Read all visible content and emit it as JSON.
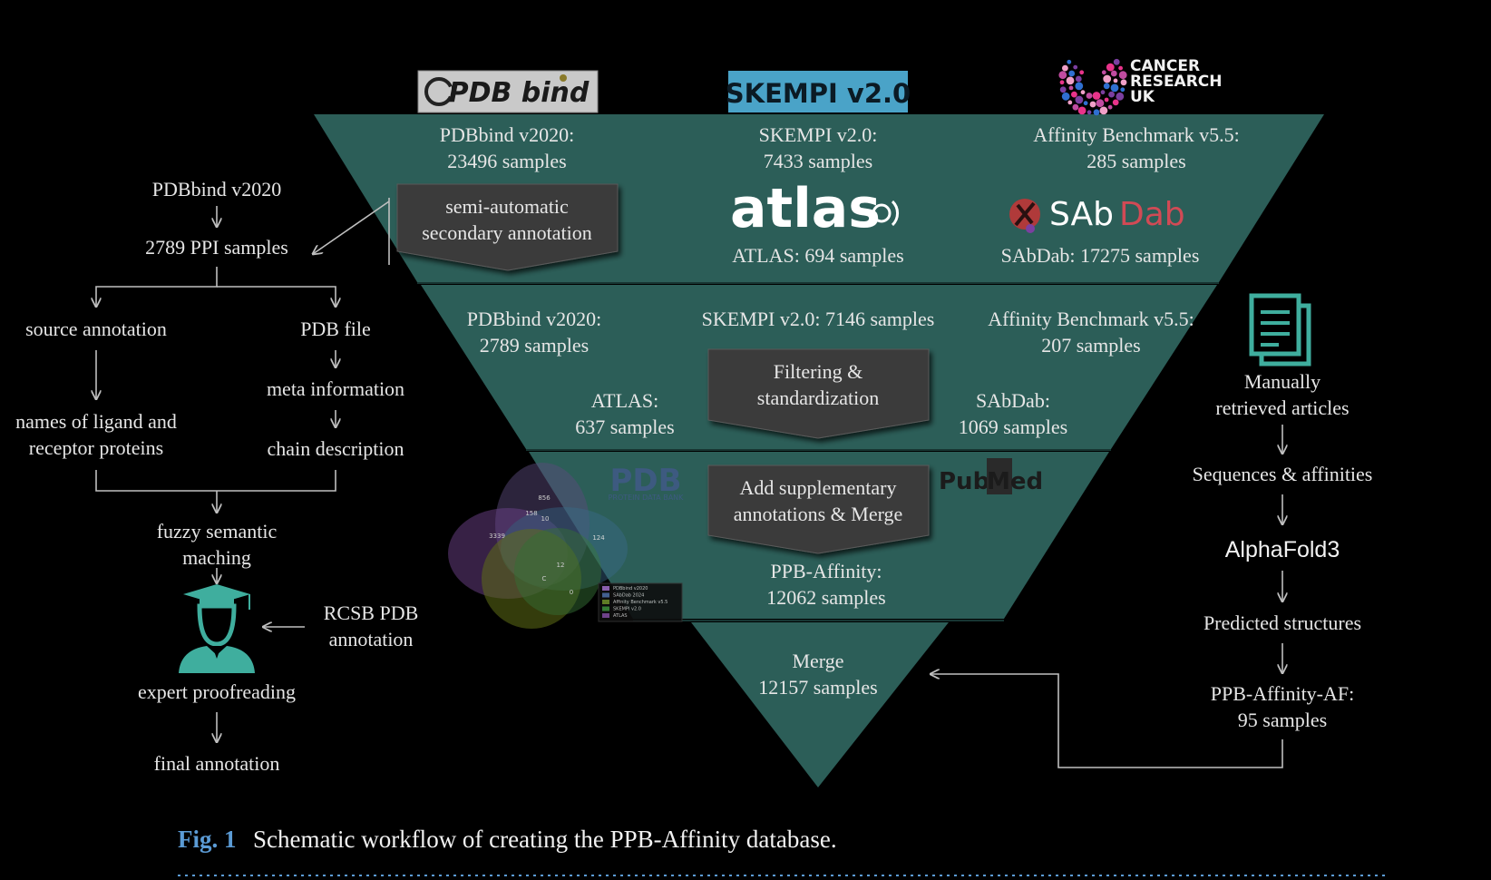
{
  "colors": {
    "background": "#000000",
    "funnel_teal": "#2c5e58",
    "funnel_light": "#3c7a72",
    "box_dark": "#3b3b3b",
    "text_light": "#e6e6e6",
    "arrow": "#bfbfbf",
    "caption_accent": "#5b9bd5",
    "logo_teal": "#3fbfae",
    "skempi_bg": "#4aa3c8"
  },
  "logos": {
    "pdbbind": "PDB bind",
    "skempi": "SKEMPI v2.0",
    "cancer_research": [
      "CANCER",
      "RESEARCH",
      "UK"
    ],
    "atlas": "atlas",
    "sabdab_a": "SAb",
    "sabdab_b": "Dab",
    "rcsb_pdb": "PDB",
    "rcsb_sub": "PROTEIN DATA BANK",
    "pubmed_a": "Pub",
    "pubmed_b": "Med"
  },
  "funnel": {
    "tier1": {
      "pdbbind": [
        "PDBbind v2020:",
        "23496 samples"
      ],
      "skempi": [
        "SKEMPI v2.0:",
        "7433 samples"
      ],
      "affinity": [
        "Affinity Benchmark v5.5:",
        "285 samples"
      ],
      "atlas": "ATLAS: 694 samples",
      "sabdab": "SAbDab: 17275 samples",
      "box": [
        "semi-automatic",
        "secondary annotation"
      ]
    },
    "tier2": {
      "pdbbind": [
        "PDBbind v2020:",
        "2789 samples"
      ],
      "skempi": "SKEMPI v2.0: 7146 samples",
      "affinity": [
        "Affinity Benchmark v5.5:",
        "207 samples"
      ],
      "atlas": [
        "ATLAS:",
        "637 samples"
      ],
      "sabdab": [
        "SAbDab:",
        "1069 samples"
      ],
      "box": [
        "Filtering &",
        "standardization"
      ]
    },
    "tier3": {
      "box": [
        "Add supplementary",
        "annotations & Merge"
      ],
      "result": [
        "PPB-Affinity:",
        "12062 samples"
      ]
    },
    "tier4": {
      "result": [
        "Merge",
        "12157 samples"
      ]
    }
  },
  "left_flow": {
    "source": "PDBbind v2020",
    "ppi": "2789 PPI samples",
    "source_annotation": "source annotation",
    "pdb_file": "PDB file",
    "meta": "meta information",
    "names": [
      "names of ligand and",
      "receptor proteins"
    ],
    "chain": "chain description",
    "fuzzy": [
      "fuzzy semantic",
      "maching"
    ],
    "rcsb": [
      "RCSB PDB",
      "annotation"
    ],
    "expert": "expert proofreading",
    "final": "final annotation"
  },
  "right_flow": {
    "manual": [
      "Manually",
      "retrieved articles"
    ],
    "sequences": "Sequences & affinities",
    "alphafold": "AlphaFold3",
    "predicted": "Predicted structures",
    "ppb_af": [
      "PPB-Affinity-AF:",
      "95 samples"
    ]
  },
  "venn": {
    "labels": [
      "856",
      "158",
      "10",
      "3339",
      "124",
      "12",
      "C",
      "0"
    ],
    "legend": [
      "PDBbind v2020",
      "SAbDab 2024",
      "Affinity Benchmark v5.5",
      "SKEMPI v2.0",
      "ATLAS"
    ]
  },
  "caption": {
    "fig": "Fig. 1",
    "text": "Schematic workflow of creating the PPB-Affinity database."
  }
}
